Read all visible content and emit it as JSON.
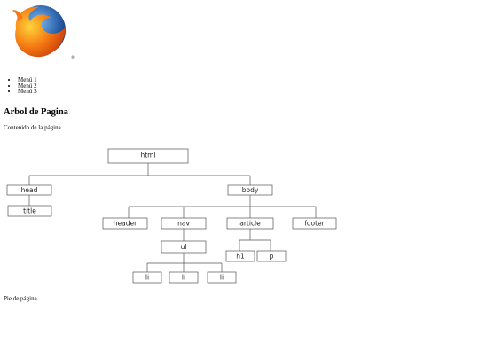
{
  "menu": [
    "Menú 1",
    "Menú 2",
    "Menú 3"
  ],
  "title": "Arbol de Pagina",
  "content": "Contenido de la página",
  "footer": "Pie de página",
  "tree": {
    "html": "html",
    "head": "head",
    "title": "title",
    "body": "body",
    "header": "header",
    "nav": "nav",
    "article": "article",
    "footer": "footer",
    "ul": "ul",
    "h1": "h1",
    "p": "p",
    "li1": "li",
    "li2": "li",
    "li3": "li"
  },
  "colors": {
    "edge": "#555555",
    "node_fill": "#ffffff"
  }
}
